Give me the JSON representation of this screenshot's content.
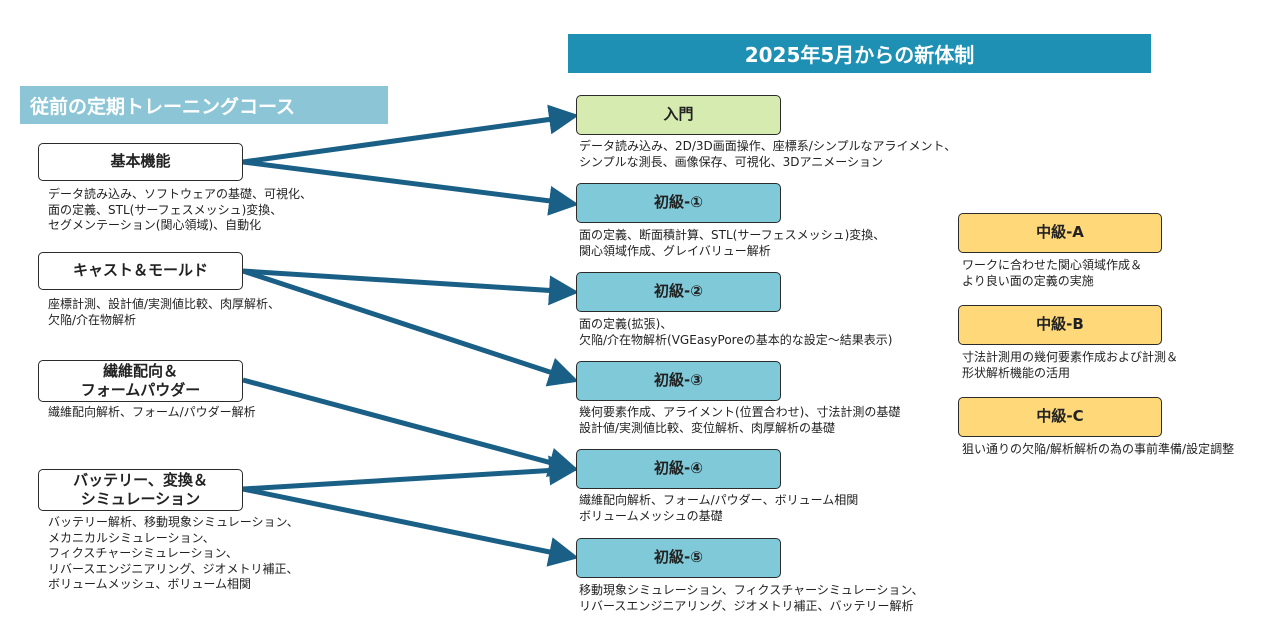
{
  "header": {
    "new_title": "2025年5月からの新体制",
    "old_title": "従前の定期トレーニングコース"
  },
  "old_courses": [
    {
      "label": "基本機能",
      "desc": "データ読み込み、ソフトウェアの基礎、可視化、\n面の定義、STL(サーフェスメッシュ)変換、\nセグメンテーション(関心領域)、自動化"
    },
    {
      "label": "キャスト＆モールド",
      "desc": "座標計測、設計値/実測値比較、肉厚解析、\n欠陥/介在物解析"
    },
    {
      "label": "繊維配向＆\nフォームパウダー",
      "desc": "繊維配向解析、フォーム/パウダー解析"
    },
    {
      "label": "バッテリー、変換＆\nシミュレーション",
      "desc": "バッテリー解析、移動現象シミュレーション、\nメカニカルシミュレーション、\nフィクスチャーシミュレーション、\nリバースエンジニアリング、ジオメトリ補正、\nボリュームメッシュ、ボリューム相関"
    }
  ],
  "new_courses": [
    {
      "label": "入門",
      "desc": "データ読み込み、2D/3D画面操作、座標系/シンプルなアライメント、\nシンプルな測長、画像保存、可視化、3Dアニメーション"
    },
    {
      "label": "初級-①",
      "desc": "面の定義、断面積計算、STL(サーフェスメッシュ)変換、\n関心領域作成、グレイバリュー解析"
    },
    {
      "label": "初級-②",
      "desc": "面の定義(拡張)、\n欠陥/介在物解析(VGEasyPoreの基本的な設定～結果表示)"
    },
    {
      "label": "初級-③",
      "desc": "幾何要素作成、アライメント(位置合わせ)、寸法計測の基礎\n設計値/実測値比較、変位解析、肉厚解析の基礎"
    },
    {
      "label": "初級-④",
      "desc": "繊維配向解析、フォーム/パウダー、ボリューム相関\nボリュームメッシュの基礎"
    },
    {
      "label": "初級-⑤",
      "desc": "移動現象シミュレーション、フィクスチャーシミュレーション、\nリバースエンジニアリング、ジオメトリ補正、バッテリー解析"
    }
  ],
  "mid_courses": [
    {
      "label": "中級-A",
      "desc": "ワークに合わせた関心領域作成＆\nより良い面の定義の実施"
    },
    {
      "label": "中級-B",
      "desc": "寸法計測用の幾何要素作成および計測＆\n形状解析機能の活用"
    },
    {
      "label": "中級-C",
      "desc": "狙い通りの欠陥/解析解析の為の事前準備/設定調整"
    }
  ],
  "colors": {
    "banner_new": "#1e90b4",
    "banner_old": "#8cc6d6",
    "beginner_fill": "#d6ebb0",
    "basic_fill": "#7fc9d9",
    "mid_fill": "#ffd979",
    "arrow": "#1a5f86"
  }
}
